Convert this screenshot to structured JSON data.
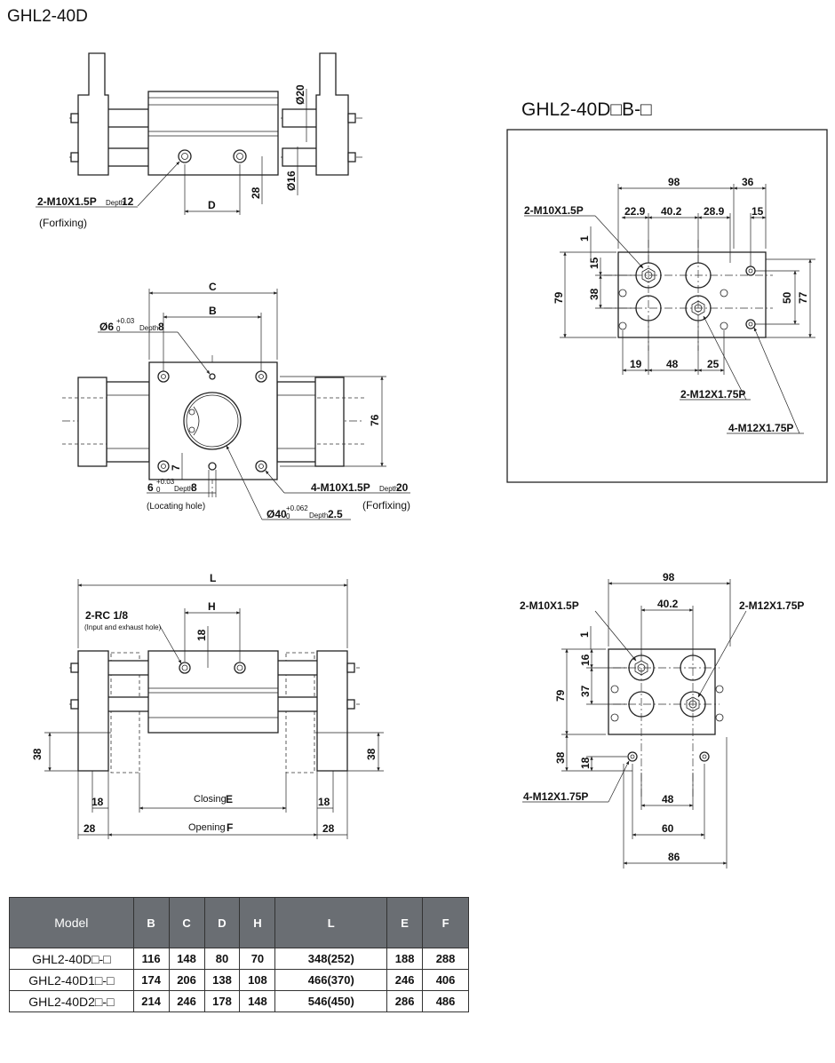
{
  "main_title": "GHL2-40D",
  "variant_title": "GHL2-40D□B-□",
  "top_view": {
    "dim_d20": "Ø20",
    "dim_d16": "Ø16",
    "dim_28": "28",
    "dim_D": "D",
    "thread_main": "2-M10X1.5P",
    "thread_depth_word": "Depth",
    "thread_depth": "12",
    "fixing_note": "(Forfixing)"
  },
  "front_view": {
    "dim_C": "C",
    "dim_B": "B",
    "pin_hole": "Ø6",
    "pin_tol_upper": "+0.03",
    "pin_tol_lower": "0",
    "depth_word": "Depth",
    "pin_depth": "8",
    "dim_76": "76",
    "dim_7": "7",
    "loc_size": "6",
    "loc_tol_upper": "+0.03",
    "loc_tol_lower": "0",
    "loc_depth": "8",
    "loc_note": "(Locating hole)",
    "fix_thread": "4-M10X1.5P",
    "fix_depth": "20",
    "fix_note": "(Forfixing)",
    "bore": "Ø40",
    "bore_tol_upper": "+0.062",
    "bore_tol_lower": "0",
    "bore_depth": "2.5"
  },
  "side_view": {
    "dim_L": "L",
    "dim_H": "H",
    "port": "2-RC 1/8",
    "port_note": "(Input and exhaust hole)",
    "dim_18_top": "18",
    "dim_38_left": "38",
    "dim_38_right": "38",
    "dim_18_left": "18",
    "dim_18_right": "18",
    "dim_28_left": "28",
    "dim_28_right": "28",
    "closing_word": "Closing",
    "closing_letter": "E",
    "opening_word": "Opening",
    "opening_letter": "F"
  },
  "detail_b": {
    "dim_98": "98",
    "dim_36": "36",
    "thread_m10": "2-M10X1.5P",
    "dim_22_9": "22.9",
    "dim_40_2": "40.2",
    "dim_28_9": "28.9",
    "dim_15_top": "15",
    "dim_1": "1",
    "dim_15_left": "15",
    "dim_79": "79",
    "dim_38": "38",
    "dim_50": "50",
    "dim_77": "77",
    "dim_19": "19",
    "dim_48": "48",
    "dim_25": "25",
    "thread_m12_2": "2-M12X1.75P",
    "thread_m12_4": "4-M12X1.75P"
  },
  "detail_end": {
    "dim_98": "98",
    "thread_m10": "2-M10X1.5P",
    "dim_40_2": "40.2",
    "thread_m12_2": "2-M12X1.75P",
    "dim_1": "1",
    "dim_16": "16",
    "dim_79": "79",
    "dim_37": "37",
    "dim_38": "38",
    "dim_18": "18",
    "thread_m12_4": "4-M12X1.75P",
    "dim_48": "48",
    "dim_60": "60",
    "dim_86": "86"
  },
  "table": {
    "headers": [
      "Model",
      "B",
      "C",
      "D",
      "H",
      "L",
      "E",
      "F"
    ],
    "rows": [
      [
        "GHL2-40D□-□",
        "116",
        "148",
        "80",
        "70",
        "348(252)",
        "188",
        "288"
      ],
      [
        "GHL2-40D1□-□",
        "174",
        "206",
        "138",
        "108",
        "466(370)",
        "246",
        "406"
      ],
      [
        "GHL2-40D2□-□",
        "214",
        "246",
        "178",
        "148",
        "546(450)",
        "286",
        "486"
      ]
    ]
  },
  "colors": {
    "table_header_bg": "#6a6e73",
    "line": "#222222"
  }
}
